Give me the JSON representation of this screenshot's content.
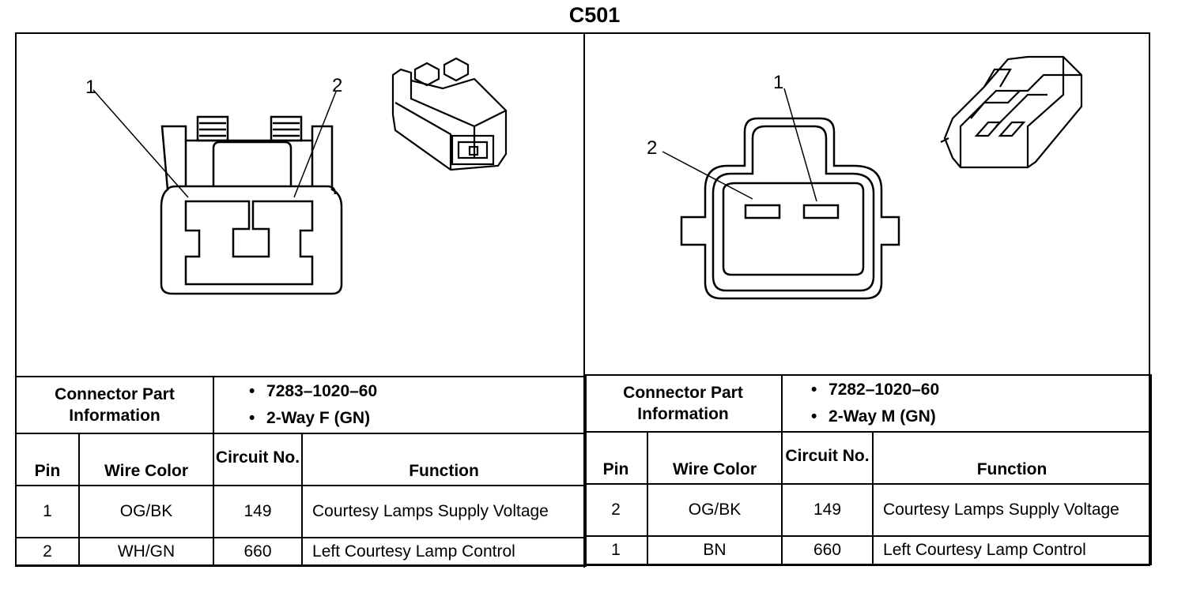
{
  "title": "C501",
  "left": {
    "pin_labels": [
      "1",
      "2"
    ],
    "connector_part_label": "Connector Part Information",
    "part_info": [
      "7283–1020–60",
      "2-Way F (GN)"
    ],
    "headers": {
      "pin": "Pin",
      "wire_color": "Wire Color",
      "circuit_no": "Circuit No.",
      "function": "Function"
    },
    "rows": [
      {
        "pin": "1",
        "wire_color": "OG/BK",
        "circuit": "149",
        "function": "Courtesy Lamps Supply Voltage"
      },
      {
        "pin": "2",
        "wire_color": "WH/GN",
        "circuit": "660",
        "function": "Left Courtesy Lamp Control"
      }
    ]
  },
  "right": {
    "pin_labels": [
      "1",
      "2"
    ],
    "connector_part_label": "Connector Part Information",
    "part_info": [
      "7282–1020–60",
      "2-Way M (GN)"
    ],
    "headers": {
      "pin": "Pin",
      "wire_color": "Wire Color",
      "circuit_no": "Circuit No.",
      "function": "Function"
    },
    "rows": [
      {
        "pin": "2",
        "wire_color": "OG/BK",
        "circuit": "149",
        "function": "Courtesy Lamps Supply Voltage"
      },
      {
        "pin": "1",
        "wire_color": "BN",
        "circuit": "660",
        "function": "Left Courtesy Lamp Control"
      }
    ]
  }
}
